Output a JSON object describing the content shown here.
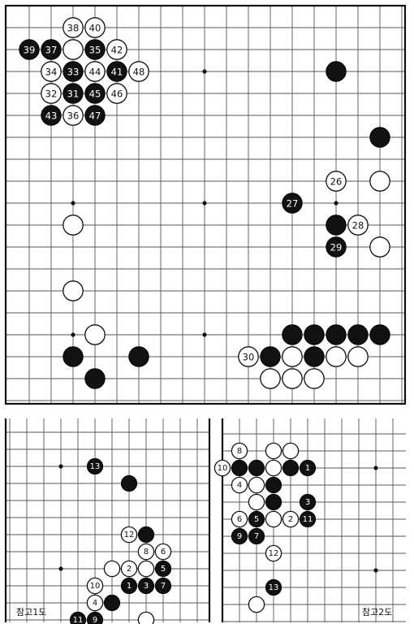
{
  "main": {
    "black": [
      {
        "c": 14,
        "r": 2
      },
      {
        "c": 16,
        "r": 5
      },
      {
        "c": 12,
        "r": 8
      },
      {
        "c": 14,
        "r": 9
      },
      {
        "c": 14,
        "r": 10
      },
      {
        "c": 12,
        "r": 14
      },
      {
        "c": 13,
        "r": 14
      },
      {
        "c": 14,
        "r": 14
      },
      {
        "c": 15,
        "r": 14
      },
      {
        "c": 16,
        "r": 14
      },
      {
        "c": 11,
        "r": 15
      },
      {
        "c": 13,
        "r": 15
      },
      {
        "c": 2,
        "r": 15
      },
      {
        "c": 5,
        "r": 15
      },
      {
        "c": 3,
        "r": 16
      },
      {
        "c": 0,
        "r": 1
      },
      {
        "c": 1,
        "r": 1
      },
      {
        "c": 3,
        "r": 1
      },
      {
        "c": 2,
        "r": 2
      },
      {
        "c": 4,
        "r": 2
      },
      {
        "c": 2,
        "r": 3
      },
      {
        "c": 3,
        "r": 3
      },
      {
        "c": 1,
        "r": 4
      },
      {
        "c": 3,
        "r": 4
      }
    ],
    "white": [
      {
        "c": 16,
        "r": 7
      },
      {
        "c": 16,
        "r": 10
      },
      {
        "c": 14,
        "r": 7
      },
      {
        "c": 15,
        "r": 9
      },
      {
        "c": 10,
        "r": 15
      },
      {
        "c": 2,
        "r": 9
      },
      {
        "c": 2,
        "r": 12
      },
      {
        "c": 3,
        "r": 14
      },
      {
        "c": 12,
        "r": 15
      },
      {
        "c": 14,
        "r": 15
      },
      {
        "c": 15,
        "r": 15
      },
      {
        "c": 11,
        "r": 16
      },
      {
        "c": 12,
        "r": 16
      },
      {
        "c": 13,
        "r": 16
      },
      {
        "c": 2,
        "r": 0
      },
      {
        "c": 3,
        "r": 0
      },
      {
        "c": 2,
        "r": 1
      },
      {
        "c": 4,
        "r": 1
      },
      {
        "c": 1,
        "r": 2
      },
      {
        "c": 3,
        "r": 2
      },
      {
        "c": 5,
        "r": 2
      },
      {
        "c": 1,
        "r": 3
      },
      {
        "c": 4,
        "r": 3
      },
      {
        "c": 2,
        "r": 4
      }
    ],
    "labels": [
      {
        "c": 14,
        "r": 7,
        "t": "26"
      },
      {
        "c": 12,
        "r": 8,
        "t": "27"
      },
      {
        "c": 15,
        "r": 9,
        "t": "28"
      },
      {
        "c": 14,
        "r": 10,
        "t": "29"
      },
      {
        "c": 10,
        "r": 15,
        "t": "30"
      },
      {
        "c": 2,
        "r": 0,
        "t": "38"
      },
      {
        "c": 3,
        "r": 0,
        "t": "40"
      },
      {
        "c": 0,
        "r": 1,
        "t": "39"
      },
      {
        "c": 1,
        "r": 1,
        "t": "37"
      },
      {
        "c": 3,
        "r": 1,
        "t": "35"
      },
      {
        "c": 4,
        "r": 1,
        "t": "42"
      },
      {
        "c": 1,
        "r": 2,
        "t": "34"
      },
      {
        "c": 2,
        "r": 2,
        "t": "33"
      },
      {
        "c": 3,
        "r": 2,
        "t": "44"
      },
      {
        "c": 4,
        "r": 2,
        "t": "41"
      },
      {
        "c": 5,
        "r": 2,
        "t": "48"
      },
      {
        "c": 1,
        "r": 3,
        "t": "32"
      },
      {
        "c": 2,
        "r": 3,
        "t": "31"
      },
      {
        "c": 3,
        "r": 3,
        "t": "45"
      },
      {
        "c": 4,
        "r": 3,
        "t": "46"
      },
      {
        "c": 1,
        "r": 4,
        "t": "43"
      },
      {
        "c": 2,
        "r": 4,
        "t": "36"
      },
      {
        "c": 3,
        "r": 4,
        "t": "47"
      }
    ]
  },
  "ref1": {
    "caption": "참고1도",
    "black": [
      {
        "c": 5,
        "r": 1
      },
      {
        "c": 7,
        "r": 2
      },
      {
        "c": 8,
        "r": 5
      },
      {
        "c": 9,
        "r": 7
      },
      {
        "c": 7,
        "r": 8
      },
      {
        "c": 8,
        "r": 8
      },
      {
        "c": 9,
        "r": 8
      },
      {
        "c": 6,
        "r": 9
      },
      {
        "c": 4,
        "r": 10
      },
      {
        "c": 5,
        "r": 10
      }
    ],
    "white": [
      {
        "c": 7,
        "r": 5
      },
      {
        "c": 8,
        "r": 6
      },
      {
        "c": 9,
        "r": 6
      },
      {
        "c": 6,
        "r": 7
      },
      {
        "c": 7,
        "r": 7
      },
      {
        "c": 8,
        "r": 7
      },
      {
        "c": 5,
        "r": 8
      },
      {
        "c": 5,
        "r": 9
      },
      {
        "c": 8,
        "r": 10
      }
    ],
    "labels": [
      {
        "c": 5,
        "r": 1,
        "t": "13"
      },
      {
        "c": 7,
        "r": 5,
        "t": "12"
      },
      {
        "c": 8,
        "r": 6,
        "t": "8"
      },
      {
        "c": 9,
        "r": 6,
        "t": "6"
      },
      {
        "c": 7,
        "r": 7,
        "t": "2"
      },
      {
        "c": 9,
        "r": 7,
        "t": "5"
      },
      {
        "c": 5,
        "r": 8,
        "t": "10"
      },
      {
        "c": 7,
        "r": 8,
        "t": "1"
      },
      {
        "c": 8,
        "r": 8,
        "t": "3"
      },
      {
        "c": 9,
        "r": 8,
        "t": "7"
      },
      {
        "c": 5,
        "r": 9,
        "t": "4"
      },
      {
        "c": 4,
        "r": 10,
        "t": "11"
      },
      {
        "c": 5,
        "r": 10,
        "t": "9"
      }
    ]
  },
  "ref2": {
    "caption": "참고2도",
    "black": [
      {
        "c": 1,
        "r": 1
      },
      {
        "c": 2,
        "r": 1
      },
      {
        "c": 4,
        "r": 1
      },
      {
        "c": 5,
        "r": 1
      },
      {
        "c": 3,
        "r": 2
      },
      {
        "c": 3,
        "r": 3
      },
      {
        "c": 5,
        "r": 3
      },
      {
        "c": 2,
        "r": 4
      },
      {
        "c": 5,
        "r": 4
      },
      {
        "c": 1,
        "r": 5
      },
      {
        "c": 2,
        "r": 5
      },
      {
        "c": 3,
        "r": 8
      }
    ],
    "white": [
      {
        "c": 1,
        "r": 0
      },
      {
        "c": 3,
        "r": 0
      },
      {
        "c": 4,
        "r": 0
      },
      {
        "c": 0,
        "r": 1
      },
      {
        "c": 3,
        "r": 1
      },
      {
        "c": 1,
        "r": 2
      },
      {
        "c": 2,
        "r": 2
      },
      {
        "c": 2,
        "r": 3
      },
      {
        "c": 1,
        "r": 4
      },
      {
        "c": 3,
        "r": 4
      },
      {
        "c": 4,
        "r": 4
      },
      {
        "c": 3,
        "r": 6
      },
      {
        "c": 2,
        "r": 9
      }
    ],
    "labels": [
      {
        "c": 1,
        "r": 0,
        "t": "8"
      },
      {
        "c": 0,
        "r": 1,
        "t": "10"
      },
      {
        "c": 5,
        "r": 1,
        "t": "1"
      },
      {
        "c": 1,
        "r": 2,
        "t": "4"
      },
      {
        "c": 5,
        "r": 3,
        "t": "3"
      },
      {
        "c": 1,
        "r": 4,
        "t": "6"
      },
      {
        "c": 2,
        "r": 4,
        "t": "5"
      },
      {
        "c": 4,
        "r": 4,
        "t": "2"
      },
      {
        "c": 5,
        "r": 4,
        "t": "11"
      },
      {
        "c": 1,
        "r": 5,
        "t": "9"
      },
      {
        "c": 2,
        "r": 5,
        "t": "7"
      },
      {
        "c": 3,
        "r": 6,
        "t": "12"
      },
      {
        "c": 3,
        "r": 8,
        "t": "13"
      }
    ]
  }
}
